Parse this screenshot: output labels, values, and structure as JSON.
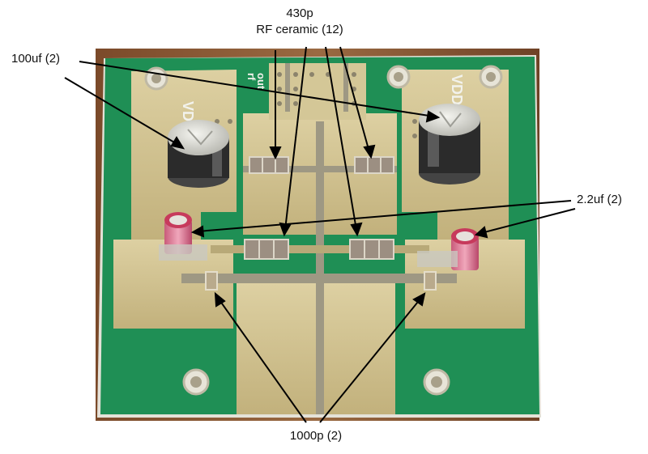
{
  "annotations": {
    "top_line1": "430p",
    "top_line2": "RF ceramic (12)",
    "left": "100uf (2)",
    "right": "2.2uf (2)",
    "bottom": "1000p (2)"
  },
  "board_silkscreen": {
    "vdd1": "VDD1",
    "vdd2": "VDD2",
    "rf": "rf",
    "out": "out"
  },
  "colors": {
    "table_wood": "#8a5a35",
    "pcb_green": "#1f8f55",
    "copper_pad": "#cdbf8e",
    "substrate": "#e4e2d8",
    "leader_line": "#000000"
  }
}
